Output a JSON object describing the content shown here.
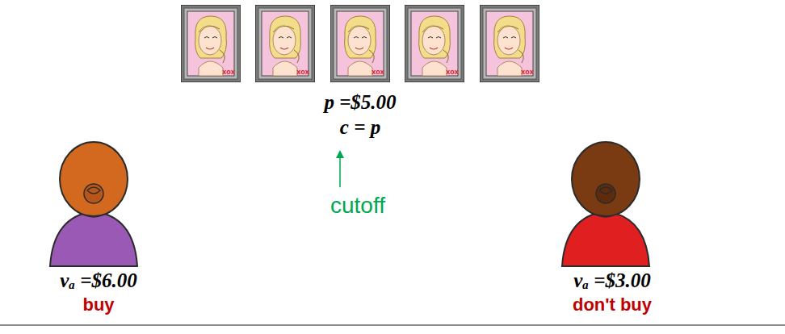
{
  "diagram": {
    "labels": [
      "xox",
      "xox",
      "xox",
      "xox",
      "xox",
      "p =$5.00",
      "c = p",
      "cutoff",
      "vₐ =$6.00",
      "buy",
      "vₐ =$3.00",
      "don't buy"
    ]
  }
}
